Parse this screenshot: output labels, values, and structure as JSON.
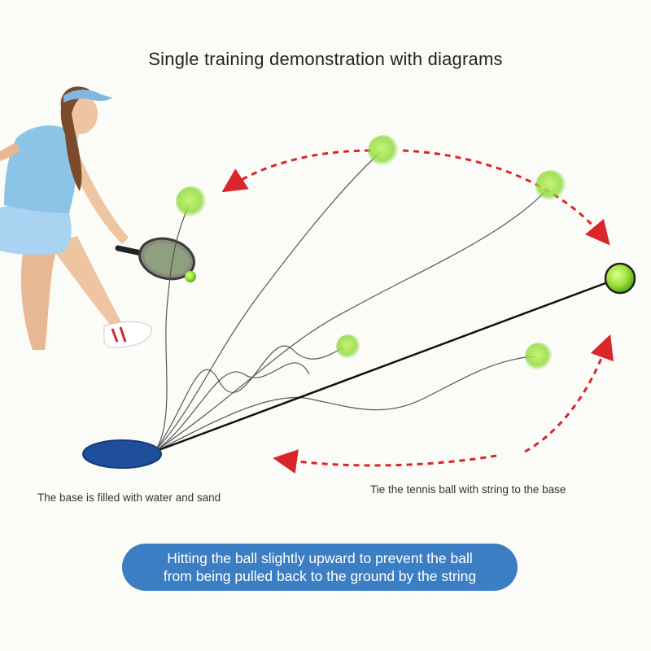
{
  "title": "Single training demonstration with diagrams",
  "captions": {
    "base": "The base is filled with water and sand",
    "tie": "Tie the tennis ball with string to the base"
  },
  "banner": {
    "line1": "Hitting the ball slightly upward to prevent the ball",
    "line2": "from being pulled back to the ground by the string"
  },
  "colors": {
    "arrow": "#d9262a",
    "base": "#1f4f9a",
    "ball": "#9be23a",
    "banner": "#3c7ec4",
    "shirt": "#8cc4e8",
    "skirt": "#a9d3f0"
  },
  "icons": [
    "player-illustration",
    "paddle-icon",
    "tennis-ball-icon",
    "base-icon",
    "arrow-icon"
  ]
}
